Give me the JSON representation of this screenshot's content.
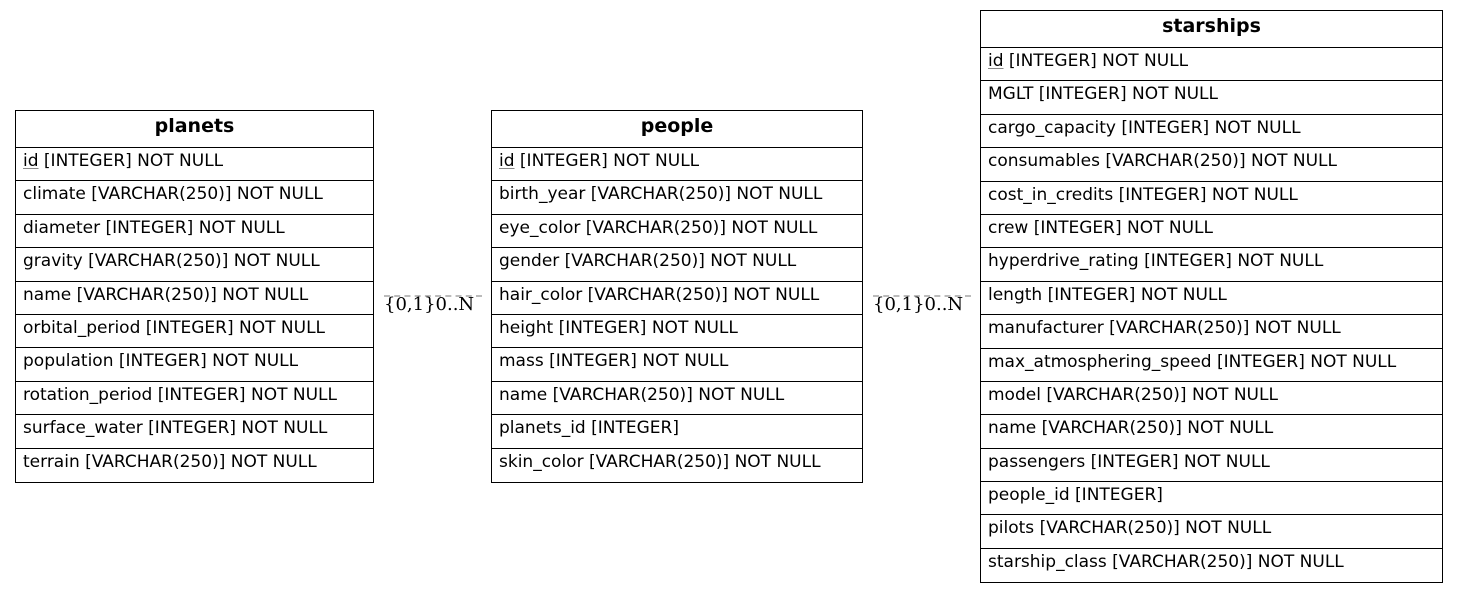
{
  "entities": {
    "planets": {
      "title": "planets",
      "pk": {
        "name": "id",
        "rest": " [INTEGER] NOT NULL"
      },
      "rows": [
        "climate [VARCHAR(250)] NOT NULL",
        "diameter [INTEGER] NOT NULL",
        "gravity [VARCHAR(250)] NOT NULL",
        "name [VARCHAR(250)] NOT NULL",
        "orbital_period [INTEGER] NOT NULL",
        "population [INTEGER] NOT NULL",
        "rotation_period [INTEGER] NOT NULL",
        "surface_water [INTEGER] NOT NULL",
        "terrain [VARCHAR(250)] NOT NULL"
      ]
    },
    "people": {
      "title": "people",
      "pk": {
        "name": "id",
        "rest": " [INTEGER] NOT NULL"
      },
      "rows": [
        "birth_year [VARCHAR(250)] NOT NULL",
        "eye_color [VARCHAR(250)] NOT NULL",
        "gender [VARCHAR(250)] NOT NULL",
        "hair_color [VARCHAR(250)] NOT NULL",
        "height [INTEGER] NOT NULL",
        "mass [INTEGER] NOT NULL",
        "name [VARCHAR(250)] NOT NULL",
        "planets_id [INTEGER]",
        "skin_color [VARCHAR(250)] NOT NULL"
      ]
    },
    "starships": {
      "title": "starships",
      "pk": {
        "name": "id",
        "rest": " [INTEGER] NOT NULL"
      },
      "rows": [
        "MGLT [INTEGER] NOT NULL",
        "cargo_capacity [INTEGER] NOT NULL",
        "consumables [VARCHAR(250)] NOT NULL",
        "cost_in_credits [INTEGER] NOT NULL",
        "crew [INTEGER] NOT NULL",
        "hyperdrive_rating [INTEGER] NOT NULL",
        "length [INTEGER] NOT NULL",
        "manufacturer [VARCHAR(250)] NOT NULL",
        "max_atmosphering_speed [INTEGER] NOT NULL",
        "model [VARCHAR(250)] NOT NULL",
        "name [VARCHAR(250)] NOT NULL",
        "passengers [INTEGER] NOT NULL",
        "people_id [INTEGER]",
        "pilots [VARCHAR(250)] NOT NULL",
        "starship_class [VARCHAR(250)] NOT NULL"
      ]
    }
  },
  "relations": [
    {
      "label": "{0,1}0..N"
    },
    {
      "label": "{0,1}0..N"
    }
  ],
  "colors": {
    "border": "#000000",
    "connector": "#bbbbbb",
    "pk_underline": "#888888"
  }
}
